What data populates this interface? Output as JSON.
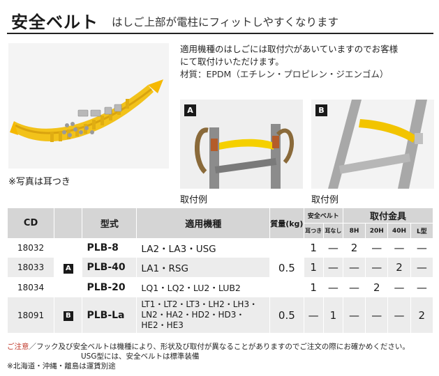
{
  "header": {
    "title": "安全ベルト",
    "subtitle": "はしご上部が電柱にフィットしやすくなります"
  },
  "photo_main": {
    "caption": "※写真は耳つき"
  },
  "description": {
    "line1": "適用機種のはしごには取付穴があいていますのでお客様",
    "line2": "にて取付けいただけます。",
    "material": "材質：EPDM（エチレン・プロピレン・ジエンゴム）"
  },
  "example_a": {
    "tag": "A",
    "caption": "取付例"
  },
  "example_b": {
    "tag": "B",
    "caption": "取付例"
  },
  "table": {
    "headers": {
      "cd": "CD",
      "model": "型式",
      "machine": "適用機種",
      "weight": "質量(kg)",
      "belt": "安全ベルト",
      "belt_ear": "耳つき",
      "belt_noear": "耳なし",
      "fittings": "取付金具",
      "f8h": "8H",
      "f20h": "20H",
      "f40h": "40H",
      "fl": "L型"
    },
    "rows": [
      {
        "cd": "18032",
        "model": "PLB-8",
        "machine": "LA2・LA3・USG",
        "ear": "1",
        "noear": "—",
        "f8h": "2",
        "f20h": "—",
        "f40h": "—",
        "fl": "—"
      },
      {
        "cd": "18033",
        "model": "PLB-40",
        "machine": "LA1・RSG",
        "ear": "1",
        "noear": "—",
        "f8h": "—",
        "f20h": "—",
        "f40h": "2",
        "fl": "—"
      },
      {
        "cd": "18034",
        "model": "PLB-20",
        "machine": "LQ1・LQ2・LU2・LUB2",
        "ear": "1",
        "noear": "—",
        "f8h": "—",
        "f20h": "2",
        "f40h": "—",
        "fl": "—"
      },
      {
        "cd": "18091",
        "model": "PLB-La",
        "machine": "LT1・LT2・LT3・LH2・LH3・LN2・HA2・HD2・HD3・HE2・HE3",
        "ear": "—",
        "noear": "1",
        "f8h": "—",
        "f20h": "—",
        "f40h": "—",
        "fl": "2"
      }
    ],
    "group_a": "A",
    "group_b": "B",
    "weight_a": "0.5",
    "weight_b": "0.5"
  },
  "notes": {
    "warn_label": "ご注意",
    "line1": "／フック及び安全ベルトは機種により、形状及び取付が異なることがありますのでご注文の際にお確かめください。",
    "line2": "USG型には、安全ベルトは標準装備",
    "line3": "※北海道・沖縄・離島は運賃別途"
  },
  "colors": {
    "belt_yellow": "#f5c518",
    "header_gray": "#d5d5d5",
    "row_alt": "#ececec",
    "warn": "#c0392b"
  }
}
